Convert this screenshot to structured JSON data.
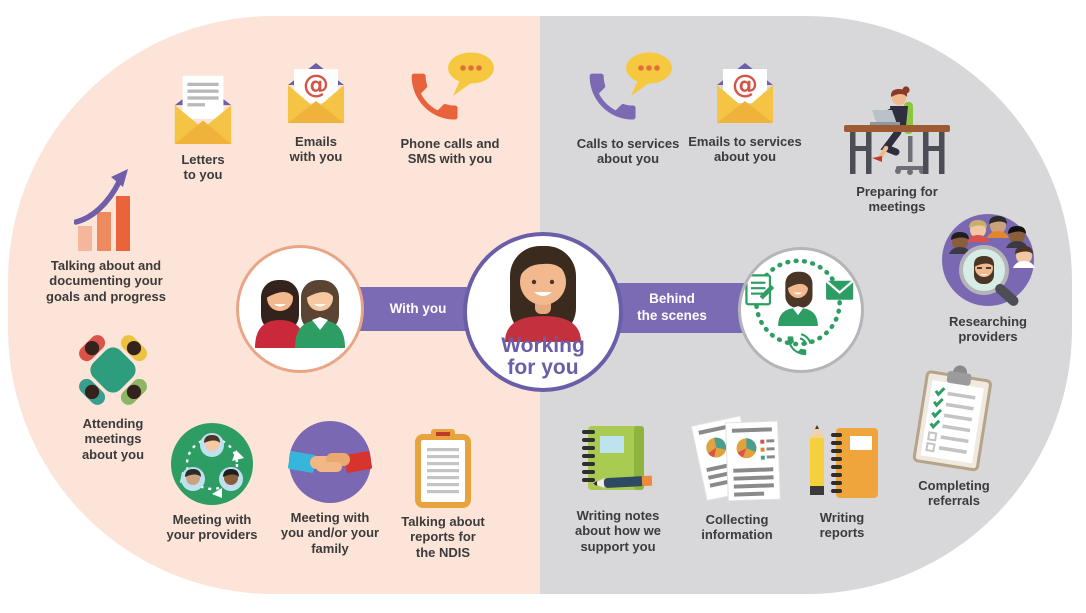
{
  "infographic": {
    "title": "Working for you",
    "center_label": "Working\nfor you",
    "banner_left": "With you",
    "banner_right": "Behind\nthe scenes"
  },
  "left": {
    "section_name": "With you",
    "items": [
      {
        "icon": "letter-icon",
        "label": "Letters\nto you"
      },
      {
        "icon": "email-at-icon",
        "label": "Emails\nwith you"
      },
      {
        "icon": "phone-sms-icon",
        "label": "Phone calls and\nSMS with you"
      },
      {
        "icon": "goals-chart-icon",
        "label": "Talking about and\ndocumenting your\ngoals and progress"
      },
      {
        "icon": "meeting-table-icon",
        "label": "Attending\nmeetings\nabout you"
      },
      {
        "icon": "providers-cycle-icon",
        "label": "Meeting with\nyour providers"
      },
      {
        "icon": "handshake-icon",
        "label": "Meeting with\nyou and/or your\nfamily"
      },
      {
        "icon": "ndis-report-icon",
        "label": "Talking about\nreports for\nthe NDIS"
      }
    ]
  },
  "right": {
    "section_name": "Behind the scenes",
    "items": [
      {
        "icon": "phone-call-icon",
        "label": "Calls to services\nabout you"
      },
      {
        "icon": "email-at-icon",
        "label": "Emails to services\nabout you"
      },
      {
        "icon": "desk-work-icon",
        "label": "Preparing for\nmeetings"
      },
      {
        "icon": "research-magnifier-icon",
        "label": "Researching\nproviders"
      },
      {
        "icon": "referrals-checklist-icon",
        "label": "Completing\nreferrals"
      },
      {
        "icon": "notes-notebook-icon",
        "label": "Writing notes\nabout how we\nsupport you"
      },
      {
        "icon": "documents-icon",
        "label": "Collecting\ninformation"
      },
      {
        "icon": "report-writing-icon",
        "label": "Writing\nreports"
      }
    ]
  },
  "symbols": {
    "at": "@"
  },
  "colors": {
    "left_background": "#fce5d8",
    "right_background": "#d8d8da",
    "banner_purple": "#7b6bb5",
    "accent_purple": "#6f5fa8",
    "accent_orange": "#e8633c",
    "accent_yellow": "#f6c445",
    "accent_green": "#2e9d63",
    "label_text": "#3b3b3b",
    "center_text_purple": "#6b5ea9"
  }
}
